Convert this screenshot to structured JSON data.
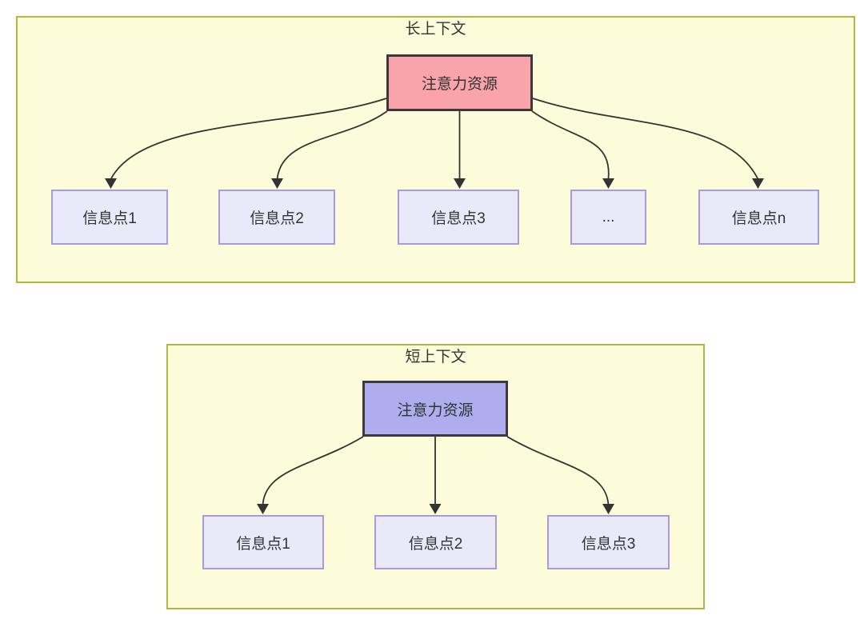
{
  "colors": {
    "page_bg": "#ffffff",
    "container_fill": "#fcfcdb",
    "container_border": "#b5b542",
    "attention_long_fill": "#f9a3ab",
    "attention_short_fill": "#aeaeef",
    "attention_border": "#3a3a3a",
    "info_fill": "#e9e9fa",
    "info_border": "#a79bdb",
    "line_color": "#333333",
    "text_color": "#333333"
  },
  "long_context": {
    "title": "长上下文",
    "attention_label": "注意力资源",
    "info_boxes": [
      {
        "label": "信息点1"
      },
      {
        "label": "信息点2"
      },
      {
        "label": "信息点3"
      },
      {
        "label": "..."
      },
      {
        "label": "信息点n"
      }
    ]
  },
  "short_context": {
    "title": "短上下文",
    "attention_label": "注意力资源",
    "info_boxes": [
      {
        "label": "信息点1"
      },
      {
        "label": "信息点2"
      },
      {
        "label": "信息点3"
      }
    ]
  }
}
